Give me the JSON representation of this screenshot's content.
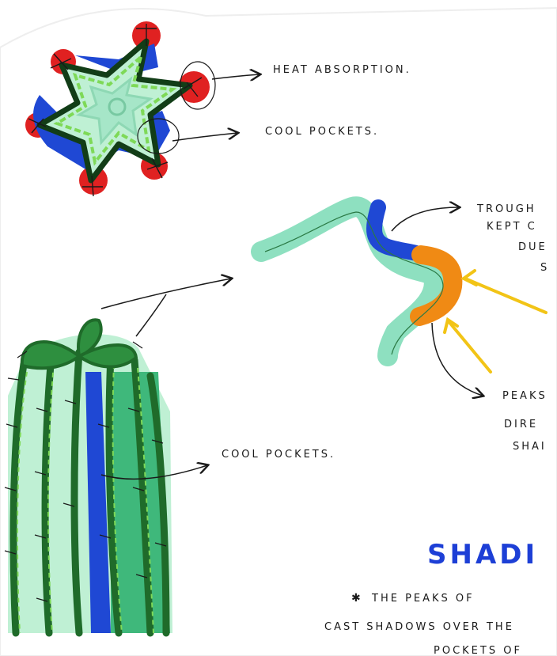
{
  "labels": {
    "heat_absorption": "HEAT ABSORPTION.",
    "cool_pockets_top": "COOL POCKETS.",
    "trough_line1": "TROUGH",
    "trough_line2": "KEPT C",
    "trough_line3": "DUE",
    "trough_line4": "S",
    "peaks_line1": "PEAKS",
    "peaks_line2": "DIRE",
    "peaks_line3": "SHAI",
    "cool_pockets_cactus": "COOL POCKETS."
  },
  "section": {
    "title": "SHADI",
    "line1": "THE PEAKS OF",
    "line2": "CAST SHADOWS OVER THE",
    "line3": "POCKETS OF"
  },
  "colors": {
    "paper": "#ffffff",
    "ink": "#1a1a1a",
    "heat_red": "#e02121",
    "cool_blue": "#1f48d4",
    "mint": "#8ee0c0",
    "dark_green": "#1f6b2a",
    "light_green": "#7ed957",
    "orange": "#f08a14",
    "yellow": "#f2c416",
    "title_blue": "#1d3fd6"
  }
}
